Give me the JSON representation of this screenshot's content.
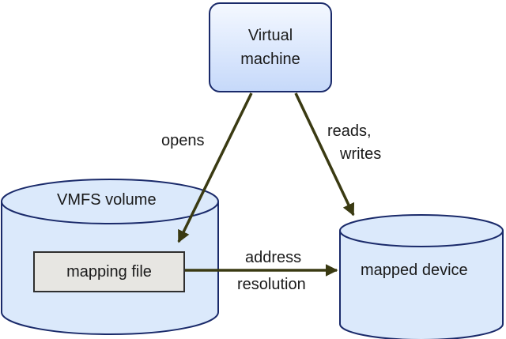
{
  "nodes": {
    "virtual_machine": {
      "line1": "Virtual",
      "line2": "machine"
    },
    "vmfs_volume": {
      "label": "VMFS volume"
    },
    "mapping_file": {
      "label": "mapping file"
    },
    "mapped_device": {
      "label": "mapped device"
    }
  },
  "edges": {
    "opens": {
      "label": "opens"
    },
    "reads_writes": {
      "line1": "reads,",
      "line2": "writes"
    },
    "address_resolution": {
      "line1": "address",
      "line2": "resolution"
    }
  },
  "colors": {
    "cylinder_fill": "#dbe9fb",
    "outline": "#1a2a6a",
    "arrow": "#3a3a12"
  }
}
